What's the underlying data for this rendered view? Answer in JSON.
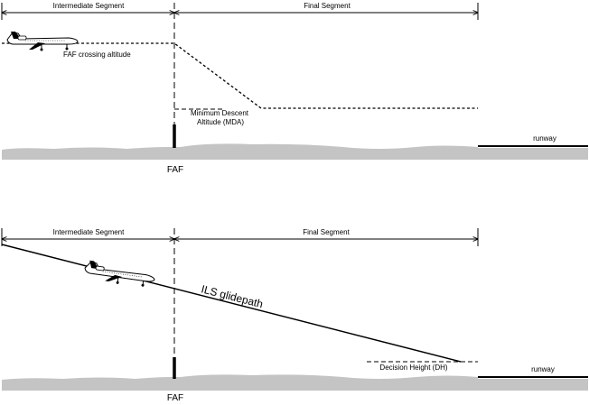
{
  "panel_top": {
    "intermediate_label": "Intermediate Segment",
    "final_label": "Final Segment",
    "faf_crossing_label": "FAF crossing altitude",
    "mda_label_line1": "Minimum Descent",
    "mda_label_line2": "Altitude (MDA)",
    "runway_label": "runway",
    "fix_label": "FAF"
  },
  "panel_bottom": {
    "intermediate_label": "Intermediate Segment",
    "final_label": "Final Segment",
    "glidepath_label": "ILS glidepath",
    "dh_label": "Decision Height (DH)",
    "runway_label": "runway",
    "fix_label": "FAF"
  },
  "colors": {
    "ground": "#c4c4c4",
    "line": "#000000",
    "aircraft_body": "#ffffff"
  }
}
